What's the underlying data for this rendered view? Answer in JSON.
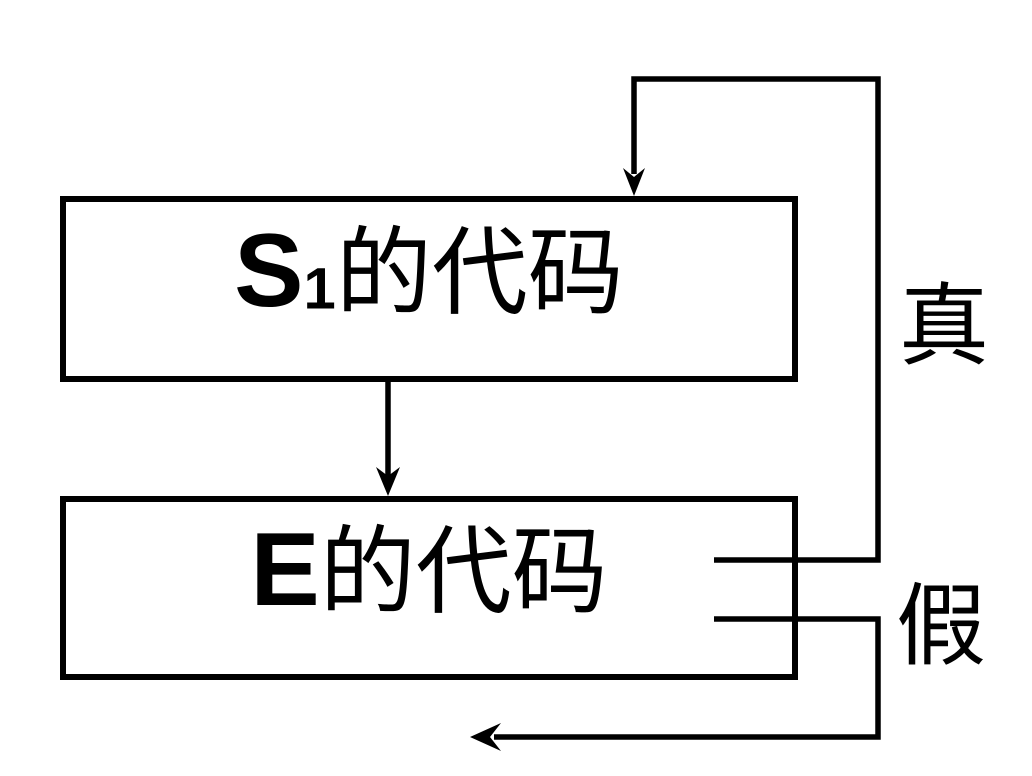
{
  "diagram": {
    "type": "flow-diagram",
    "boxes": {
      "s1": {
        "latin": "S",
        "subscript": "1",
        "suffix": "的代码"
      },
      "e": {
        "latin": "E",
        "suffix": "的代码"
      }
    },
    "branch_labels": {
      "true_label": "真",
      "false_label": "假"
    },
    "colors": {
      "stroke": "#000000",
      "background": "#ffffff"
    }
  }
}
